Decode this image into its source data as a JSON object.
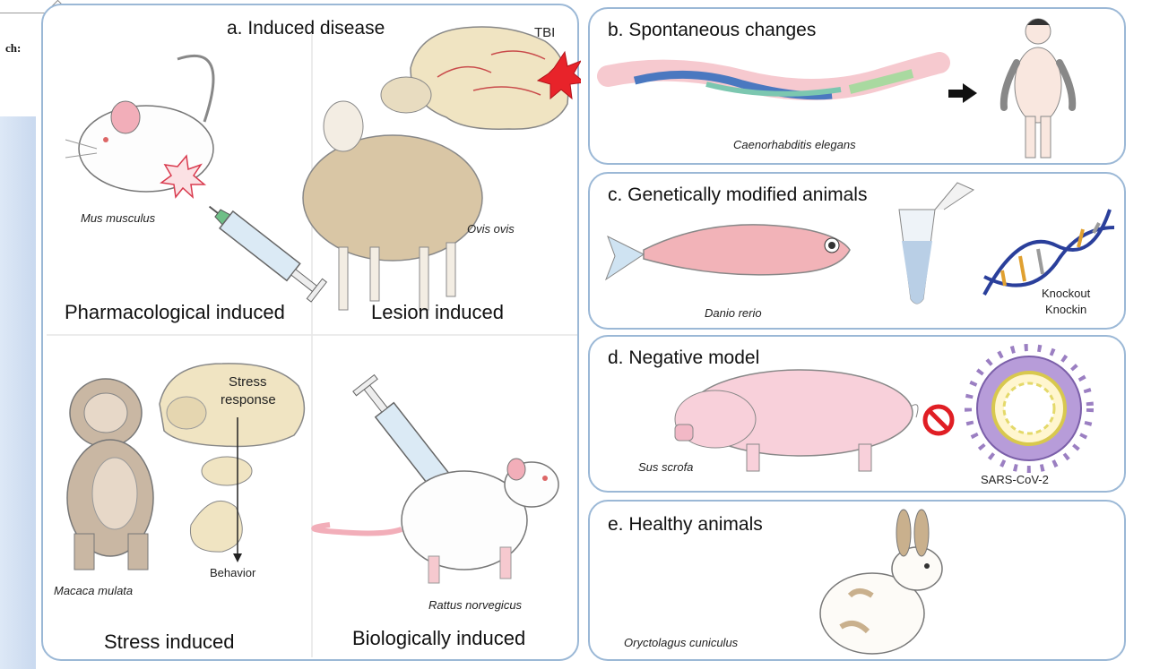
{
  "clipped_label": "ch:",
  "panel_a": {
    "title": "a. Induced disease",
    "tbi": "TBI",
    "stress_response_line1": "Stress",
    "stress_response_line2": "response",
    "behavior": "Behavior",
    "quadrants": [
      {
        "caption": "Pharmacological induced",
        "species": "Mus musculus"
      },
      {
        "caption": "Lesion induced",
        "species": "Ovis ovis"
      },
      {
        "caption": "Stress induced",
        "species": "Macaca mulata"
      },
      {
        "caption": "Biologically induced",
        "species": "Rattus norvegicus"
      }
    ]
  },
  "panel_b": {
    "title": "b. Spontaneous changes",
    "species": "Caenorhabditis elegans"
  },
  "panel_c": {
    "title": "c. Genetically modified animals",
    "species": "Danio rerio",
    "knockout": "Knockout",
    "knockin": "Knockin"
  },
  "panel_d": {
    "title": "d. Negative model",
    "species": "Sus scrofa",
    "virus": "SARS-CoV-2"
  },
  "panel_e": {
    "title": "e. Healthy animals",
    "species": "Oryctolagus cuniculus"
  },
  "colors": {
    "panel_border": "#9bb8d6",
    "brain": "#f0e4c2",
    "skin_pink": "#f6c9cf",
    "sheep": "#d9c6a5",
    "virus_purple": "#9b7fc2",
    "ban_red": "#e01e24"
  }
}
